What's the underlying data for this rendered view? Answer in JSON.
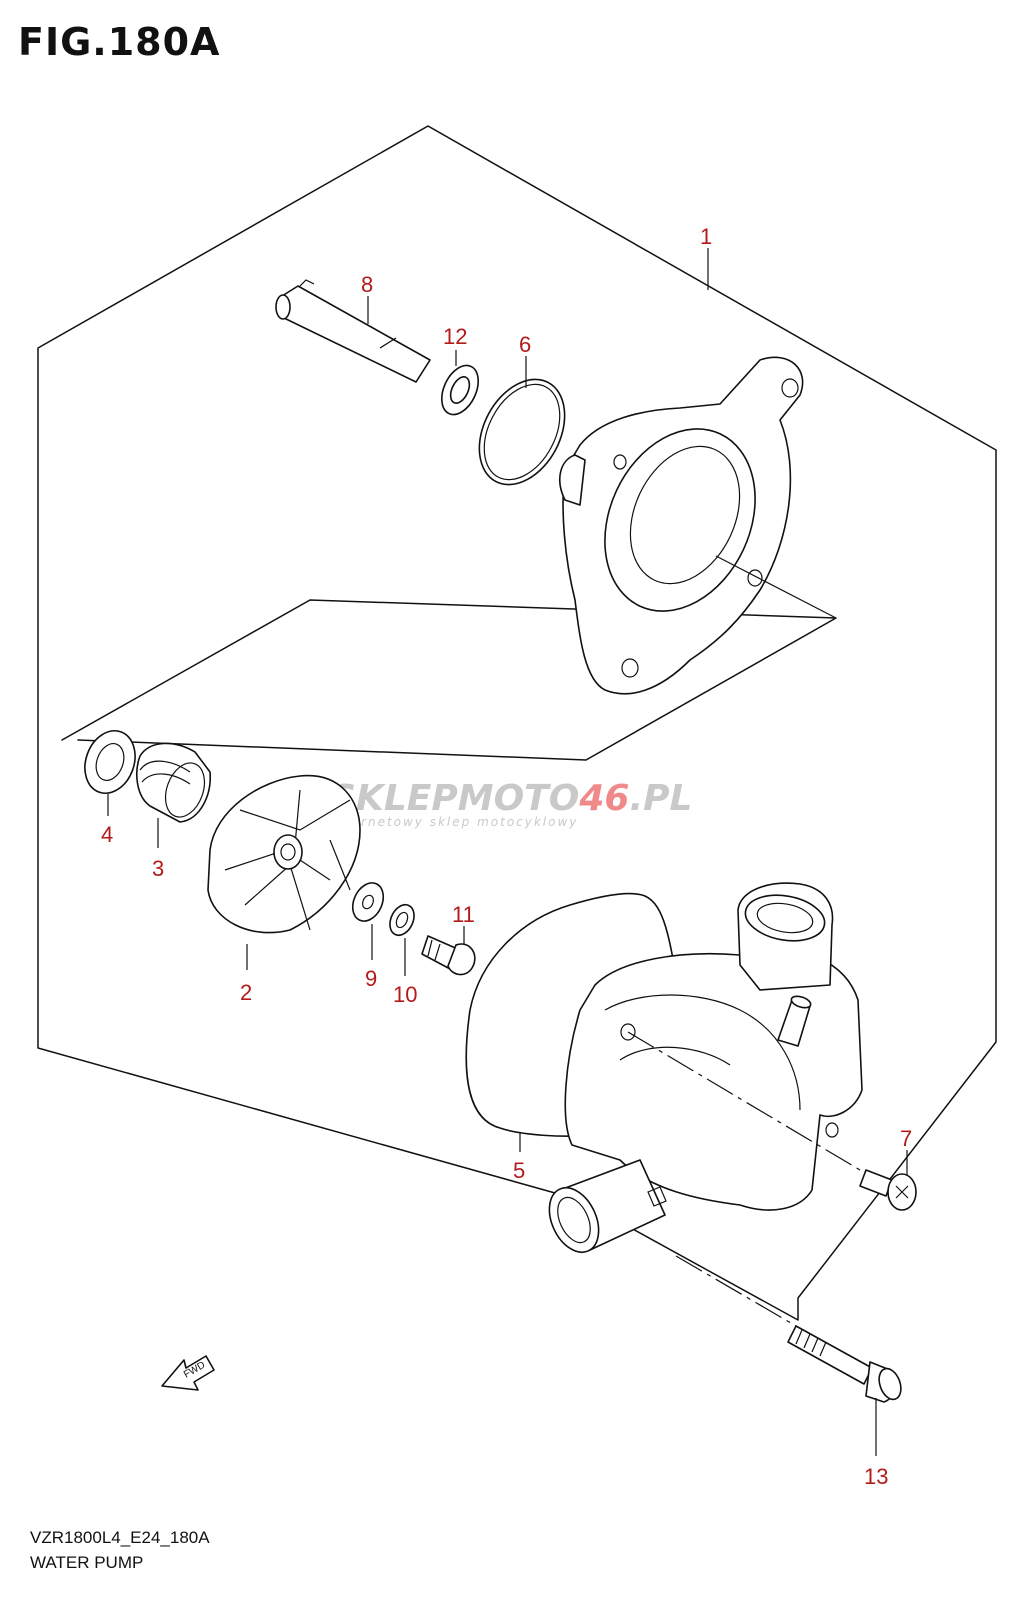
{
  "figure": {
    "title": "FIG.180A",
    "model_code": "VZR1800L4_E24_180A",
    "section_name": "WATER PUMP"
  },
  "watermark": {
    "brand_main": "SKLEPMOTO",
    "brand_accent": "46",
    "brand_suffix": ".PL",
    "tagline": "internetowy sklep motocyklowy"
  },
  "direction_arrow": {
    "label": "FWD"
  },
  "callouts": [
    {
      "id": "1",
      "label": "1"
    },
    {
      "id": "2",
      "label": "2"
    },
    {
      "id": "3",
      "label": "3"
    },
    {
      "id": "4",
      "label": "4"
    },
    {
      "id": "5",
      "label": "5"
    },
    {
      "id": "6",
      "label": "6"
    },
    {
      "id": "7",
      "label": "7"
    },
    {
      "id": "8",
      "label": "8"
    },
    {
      "id": "9",
      "label": "9"
    },
    {
      "id": "10",
      "label": "10"
    },
    {
      "id": "11",
      "label": "11"
    },
    {
      "id": "12",
      "label": "12"
    },
    {
      "id": "13",
      "label": "13"
    }
  ],
  "colors": {
    "callout": "#b31b1b",
    "line": "#111111",
    "watermark": "#c9c9c9",
    "watermark_accent": "#f08a8a"
  }
}
